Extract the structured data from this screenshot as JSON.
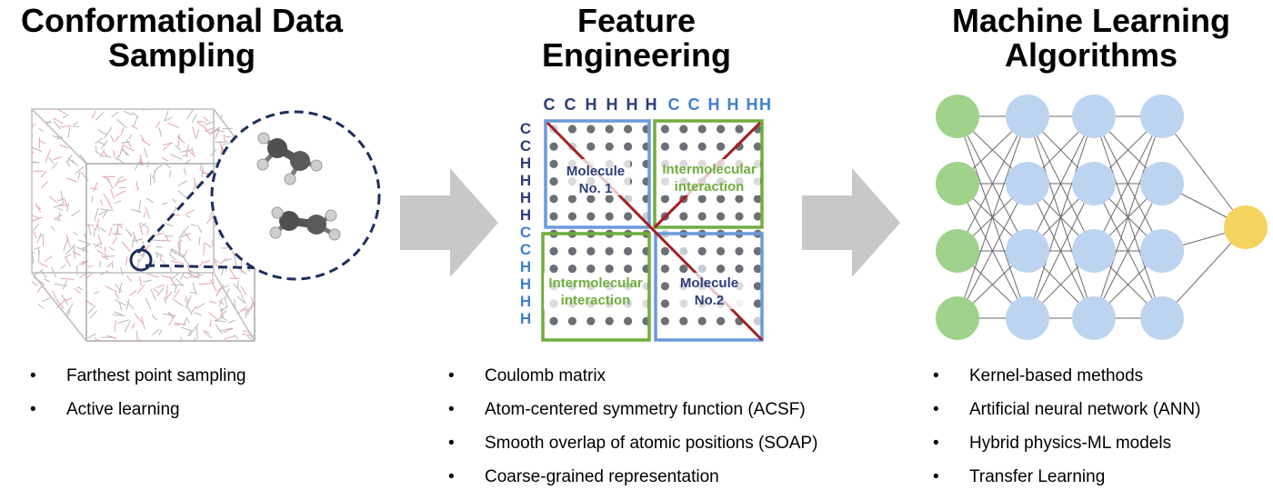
{
  "columns": [
    {
      "title_line1": "Conformational Data",
      "title_line2": "Sampling",
      "bullets": [
        "Farthest point sampling",
        "Active learning"
      ]
    },
    {
      "title_line1": "Feature",
      "title_line2": "Engineering",
      "bullets": [
        "Coulomb matrix",
        "Atom-centered symmetry function (ACSF)",
        "Smooth overlap of atomic positions (SOAP)",
        "Coarse-grained representation"
      ]
    },
    {
      "title_line1": "Machine Learning",
      "title_line2": "Algorithms",
      "bullets": [
        "Kernel-based methods",
        "Artificial neural network (ANN)",
        "Hybrid physics-ML models",
        "Transfer Learning"
      ]
    }
  ],
  "matrix": {
    "atoms_row1": [
      "C",
      "C",
      "H",
      "H",
      "H",
      "H"
    ],
    "atoms_row2": [
      "C",
      "C",
      "H",
      "H",
      "H",
      "H"
    ],
    "block_molecule1_line1": "Molecule",
    "block_molecule1_line2": "No. 1",
    "block_molecule2_line1": "Molecule",
    "block_molecule2_line2": "No.2",
    "block_inter_line1": "Intermolecular",
    "block_inter_line2": "interaction"
  },
  "colors": {
    "molecule1_atoms": "#2c3e7a",
    "molecule2_atoms": "#3f7fd0",
    "molecule_block": "#6a9ad9",
    "inter_block": "#6fae3e",
    "diagonal": "#a32020",
    "dot": "#6b6f76",
    "arrow": "#c8c8c8",
    "input_node": "#9fd28a",
    "hidden_node": "#bcd4f0",
    "output_node": "#f4d35e",
    "circle_dash": "#1e2f5e"
  },
  "network": {
    "layers": [
      4,
      4,
      4,
      4,
      1
    ]
  }
}
